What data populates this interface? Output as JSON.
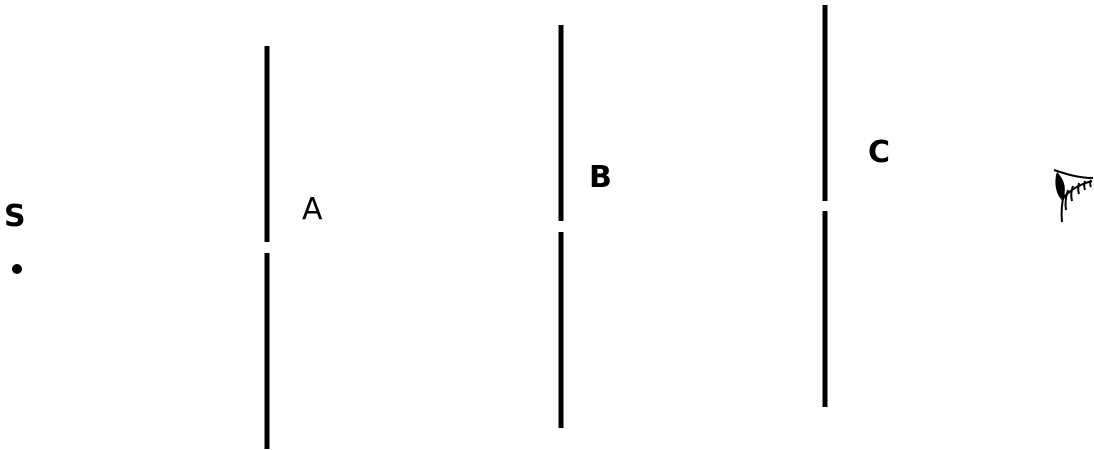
{
  "source": {
    "label": "S"
  },
  "screens": [
    {
      "label": "A"
    },
    {
      "label": "B"
    },
    {
      "label": "C"
    }
  ],
  "observer": {
    "icon": "eye-icon"
  }
}
